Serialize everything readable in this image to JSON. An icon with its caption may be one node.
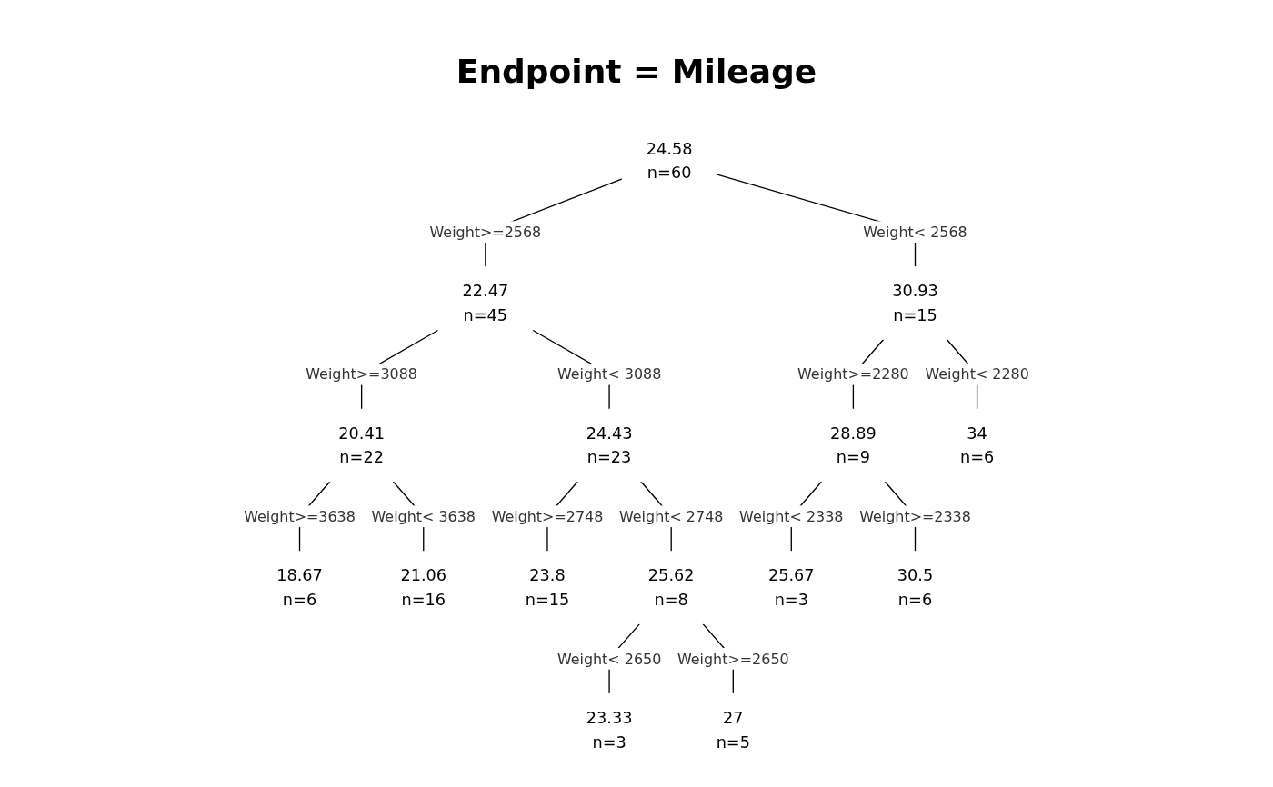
{
  "diagram": {
    "title": "Endpoint = Mileage",
    "nodes": [
      {
        "text": [
          "24.58",
          "n=60"
        ]
      },
      {
        "text": [
          "22.47",
          "n=45"
        ]
      },
      {
        "text": [
          "20.41",
          "n=22"
        ]
      },
      {
        "text": [
          "18.67",
          "n=6"
        ]
      },
      {
        "text": [
          "21.06",
          "n=16"
        ]
      },
      {
        "text": [
          "24.43",
          "n=23"
        ]
      },
      {
        "text": [
          "23.8",
          "n=15"
        ]
      },
      {
        "text": [
          "25.62",
          "n=8"
        ]
      },
      {
        "text": [
          "23.33",
          "n=3"
        ]
      },
      {
        "text": [
          "27",
          "n=5"
        ]
      },
      {
        "text": [
          "30.93",
          "n=15"
        ]
      },
      {
        "text": [
          "28.89",
          "n=9"
        ]
      },
      {
        "text": [
          "25.67",
          "n=3"
        ]
      },
      {
        "text": [
          "30.5",
          "n=6"
        ]
      },
      {
        "text": [
          "34",
          "n=6"
        ]
      }
    ],
    "edges": [
      {
        "from": 0,
        "to": 1,
        "arrow": "none",
        "label": "Weight>=2568"
      },
      {
        "from": 0,
        "to": 10,
        "arrow": "none",
        "label": "Weight< 2568"
      },
      {
        "from": 1,
        "to": 2,
        "arrow": "none",
        "label": "Weight>=3088"
      },
      {
        "from": 1,
        "to": 5,
        "arrow": "none",
        "label": "Weight< 3088"
      },
      {
        "from": 2,
        "to": 3,
        "arrow": "none",
        "label": "Weight>=3638"
      },
      {
        "from": 2,
        "to": 4,
        "arrow": "none",
        "label": "Weight< 3638"
      },
      {
        "from": 5,
        "to": 6,
        "arrow": "none",
        "label": "Weight>=2748"
      },
      {
        "from": 5,
        "to": 7,
        "arrow": "none",
        "label": "Weight< 2748"
      },
      {
        "from": 7,
        "to": 8,
        "arrow": "none",
        "label": "Weight< 2650"
      },
      {
        "from": 7,
        "to": 9,
        "arrow": "none",
        "label": "Weight>=2650"
      },
      {
        "from": 10,
        "to": 11,
        "arrow": "none",
        "label": "Weight>=2280"
      },
      {
        "from": 10,
        "to": 14,
        "arrow": "none",
        "label": "Weight< 2280"
      },
      {
        "from": 11,
        "to": 12,
        "arrow": "none",
        "label": "Weight< 2338"
      },
      {
        "from": 11,
        "to": 13,
        "arrow": "none",
        "label": "Weight>=2338"
      }
    ]
  }
}
